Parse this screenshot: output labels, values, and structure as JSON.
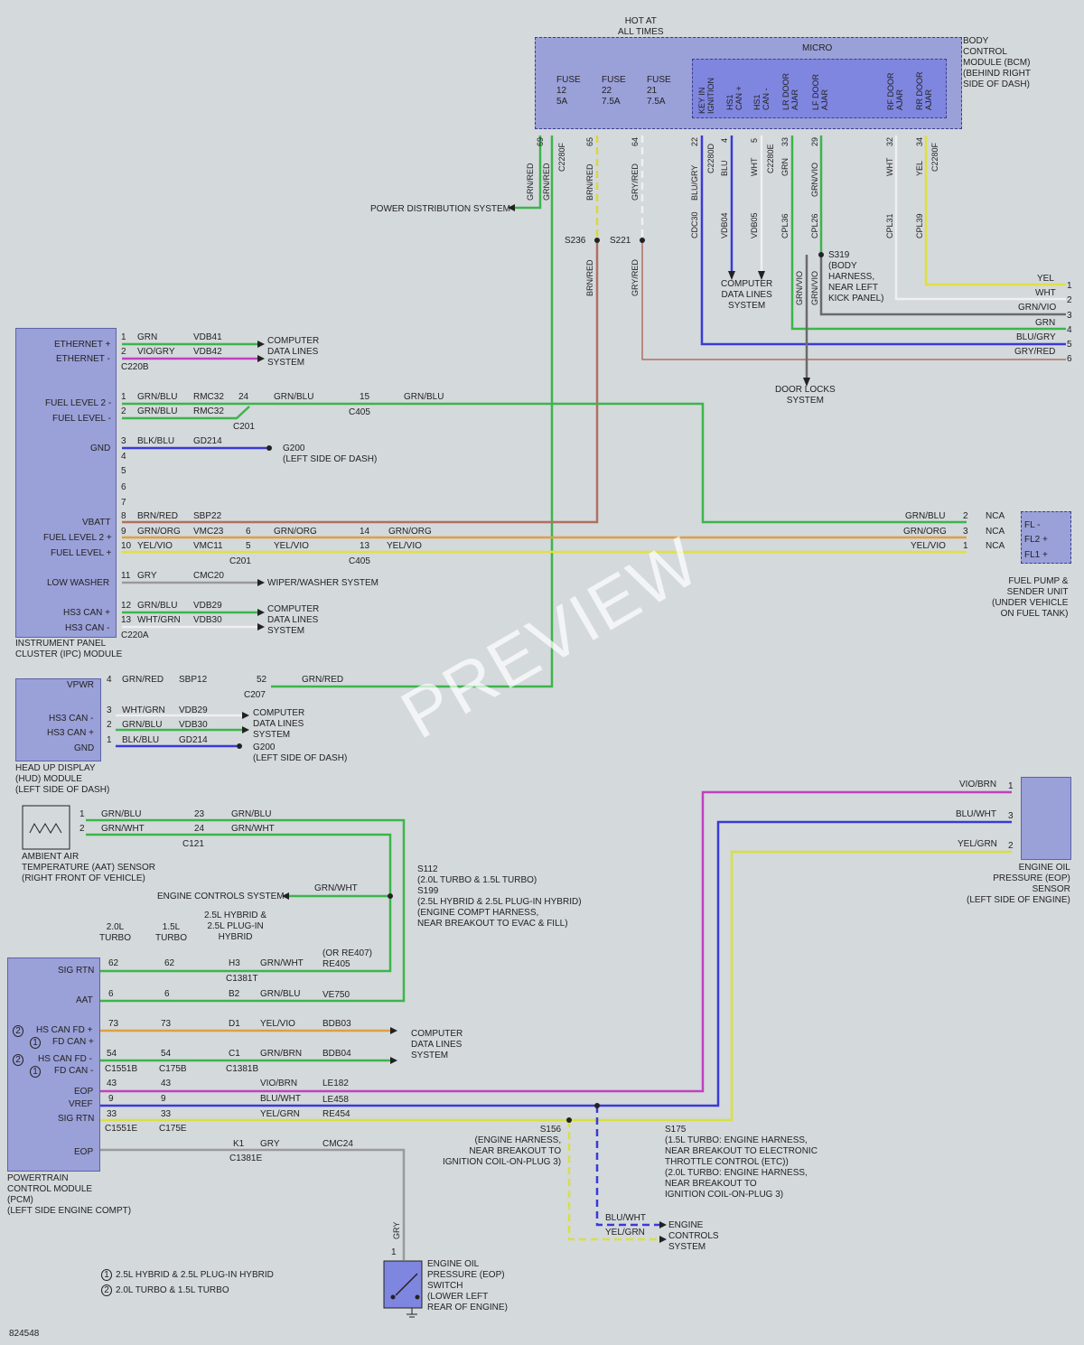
{
  "labels": {
    "hot": "HOT AT\nALL TIMES",
    "micro": "MICRO",
    "bcm": "BODY\nCONTROL\nMODULE (BCM)\n(BEHIND RIGHT\nSIDE OF DASH)",
    "fuse12": "FUSE\n12\n5A",
    "fuse22": "FUSE\n22\n7.5A",
    "fuse21": "FUSE\n21\n7.5A",
    "bcm_pins": [
      "KEY IN\nIGNITION",
      "HS1\nCAN +",
      "HS1\nCAN -",
      "LR DOOR\nAJAR",
      "LF DOOR\nAJAR",
      "RF DOOR\nAJAR",
      "RR DOOR\nAJAR"
    ],
    "bcm_wires": [
      "69",
      "C2280F",
      "65",
      "64",
      "22",
      "C2280D",
      "4",
      "5",
      "C2280E",
      "33",
      "29",
      "32",
      "34",
      "C2280F",
      "GRN/RED",
      "GRN/RED",
      "BRN/RED",
      "GRY/RED",
      "BLU/GRY",
      "BLU",
      "WHT",
      "GRN",
      "GRN/VIO",
      "WHT",
      "YEL",
      "CDC30",
      "VDB04",
      "VDB05",
      "CPL36",
      "CPL26",
      "CPL31",
      "CPL39"
    ],
    "power_dist": "POWER DISTRIBUTION SYSTEM",
    "s236": "S236",
    "s221": "S221",
    "brn_red": "BRN/RED",
    "gry_red": "GRY/RED",
    "computer_data_bcm": "COMPUTER\nDATA LINES\nSYSTEM",
    "s319": "S319\n(BODY\nHARNESS,\nNEAR LEFT\nKICK PANEL)",
    "grn_vio_a": "GRN/VIO",
    "grn_vio_b": "GRN/VIO",
    "door_locks": "DOOR LOCKS\nSYSTEM",
    "right_conn": [
      "YEL",
      "WHT",
      "GRN/VIO",
      "GRN",
      "BLU/GRY",
      "GRY/RED"
    ],
    "right_pins": [
      "1",
      "2",
      "3",
      "4",
      "5",
      "6"
    ],
    "ipc_pins": [
      "ETHERNET +",
      "ETHERNET -",
      "FUEL LEVEL 2 -",
      "FUEL LEVEL -",
      "GND",
      "VBATT",
      "FUEL LEVEL 2 +",
      "FUEL LEVEL +",
      "LOW WASHER",
      "HS3 CAN +",
      "HS3 CAN -"
    ],
    "ipc_name": "INSTRUMENT PANEL\nCLUSTER (IPC) MODULE",
    "ipc_rows": [
      {
        "pin": "1",
        "color": "GRN",
        "circ": "VDB41"
      },
      {
        "pin": "2",
        "color": "VIO/GRY",
        "circ": "VDB42"
      },
      {
        "pin": "1",
        "color": "GRN/BLU",
        "circ": "RMC32"
      },
      {
        "pin": "2",
        "color": "GRN/BLU",
        "circ": "RMC32"
      },
      {
        "pin": "3",
        "color": "BLK/BLU",
        "circ": "GD214"
      },
      {
        "pin": "8",
        "color": "BRN/RED",
        "circ": "SBP22"
      },
      {
        "pin": "9",
        "color": "GRN/ORG",
        "circ": "VMC23"
      },
      {
        "pin": "10",
        "color": "YEL/VIO",
        "circ": "VMC11"
      },
      {
        "pin": "11",
        "color": "GRY",
        "circ": "CMC20"
      },
      {
        "pin": "12",
        "color": "GRN/BLU",
        "circ": "VDB29"
      },
      {
        "pin": "13",
        "color": "WHT/GRN",
        "circ": "VDB30"
      }
    ],
    "ipc_unused_pins": [
      "4",
      "5",
      "6",
      "7"
    ],
    "c220b": "C220B",
    "c220a": "C220A",
    "computer_data_ipc1": "COMPUTER\nDATA LINES\nSYSTEM",
    "computer_data_ipc2": "COMPUTER\nDATA LINES\nSYSTEM",
    "c201_24": "24",
    "c201_label": "C201",
    "grn_blu_mid": "GRN/BLU",
    "c405_15": "15",
    "c405_label": "C405",
    "grn_blu_right": "GRN/BLU",
    "g200_ipc": "G200\n(LEFT SIDE OF DASH)",
    "c201_6": "6",
    "c201_5": "5",
    "grn_org_mid": "GRN/ORG",
    "yel_vio_mid": "YEL/VIO",
    "c405_14": "14",
    "c405_13": "13",
    "grn_org_right": "GRN/ORG",
    "yel_vio_right": "YEL/VIO",
    "c201_b": "C201",
    "c405_b": "C405",
    "wiper": "WIPER/WASHER SYSTEM",
    "fuel_pump_rows": [
      {
        "color": "GRN/BLU",
        "pin": "2",
        "nca": "NCA",
        "term": "FL -"
      },
      {
        "color": "GRN/ORG",
        "pin": "3",
        "nca": "NCA",
        "term": "FL2 +"
      },
      {
        "color": "YEL/VIO",
        "pin": "1",
        "nca": "NCA",
        "term": "FL1 +"
      }
    ],
    "fuel_pump_name": "FUEL PUMP &\nSENDER UNIT\n(UNDER VEHICLE\nON FUEL TANK)",
    "hud_pins": [
      "VPWR",
      "HS3 CAN -",
      "HS3 CAN +",
      "GND"
    ],
    "hud_name": "HEAD UP DISPLAY\n(HUD) MODULE\n(LEFT SIDE OF DASH)",
    "hud_rows": [
      {
        "pin": "4",
        "color": "GRN/RED",
        "circ": "SBP12"
      },
      {
        "pin": "3",
        "color": "WHT/GRN",
        "circ": "VDB29"
      },
      {
        "pin": "2",
        "color": "GRN/BLU",
        "circ": "VDB30"
      },
      {
        "pin": "1",
        "color": "BLK/BLU",
        "circ": "GD214"
      }
    ],
    "c207_52": "52",
    "c207_label": "C207",
    "grn_red_hud": "GRN/RED",
    "computer_data_hud": "COMPUTER\nDATA LINES\nSYSTEM",
    "g200_hud": "G200\n(LEFT SIDE OF DASH)",
    "aat_rows": [
      {
        "pin": "1",
        "color": "GRN/BLU",
        "c": "23",
        "color2": "GRN/BLU"
      },
      {
        "pin": "2",
        "color": "GRN/WHT",
        "c": "24",
        "color2": "GRN/WHT"
      }
    ],
    "c121": "C121",
    "aat_name": "AMBIENT AIR\nTEMPERATURE (AAT) SENSOR\n(RIGHT FRONT OF VEHICLE)",
    "s112": "S112\n(2.0L TURBO & 1.5L TURBO)\nS199\n(2.5L HYBRID & 2.5L PLUG-IN HYBRID)\n(ENGINE COMPT HARNESS,\nNEAR BREAKOUT TO EVAC & FILL)",
    "engine_controls_1": "ENGINE CONTROLS SYSTEM",
    "grn_wht_ec": "GRN/WHT",
    "eop_sensor_rows": [
      {
        "color": "VIO/BRN",
        "pin": "1"
      },
      {
        "color": "BLU/WHT",
        "pin": "3"
      },
      {
        "color": "YEL/GRN",
        "pin": "2"
      }
    ],
    "eop_sensor_name": "ENGINE OIL\nPRESSURE (EOP)\nSENSOR\n(LEFT SIDE OF ENGINE)",
    "col_20": "2.0L\nTURBO",
    "col_15": "1.5L\nTURBO",
    "col_25": "2.5L HYBRID &\n2.5L PLUG-IN\nHYBRID",
    "pcm_pins": [
      "SIG RTN",
      "AAT",
      "HS CAN FD +",
      "FD CAN +",
      "HS CAN FD -",
      "FD CAN -",
      "EOP",
      "VREF",
      "SIG RTN",
      "EOP"
    ],
    "pcm_name": "POWERTRAIN\nCONTROL MODULE\n(PCM)\n(LEFT SIDE ENGINE COMPT)",
    "pcm_rows": [
      {
        "a": "62",
        "b": "62",
        "c": "H3",
        "color": "GRN/WHT",
        "circ": "RE405",
        "alt": "(OR RE407)"
      },
      {
        "a": "6",
        "b": "6",
        "c": "B2",
        "color": "GRN/BLU",
        "circ": "VE750",
        "alt": ""
      },
      {
        "a": "73",
        "b": "73",
        "c": "D1",
        "color": "YEL/VIO",
        "circ": "BDB03",
        "alt": ""
      },
      {
        "a": "54",
        "b": "54",
        "c": "C1",
        "color": "GRN/BRN",
        "circ": "BDB04",
        "alt": ""
      },
      {
        "a": "43",
        "b": "43",
        "c": "",
        "color": "VIO/BRN",
        "circ": "LE182",
        "alt": ""
      },
      {
        "a": "9",
        "b": "9",
        "c": "",
        "color": "BLU/WHT",
        "circ": "LE458",
        "alt": ""
      },
      {
        "a": "33",
        "b": "33",
        "c": "",
        "color": "YEL/GRN",
        "circ": "RE454",
        "alt": ""
      },
      {
        "a": "",
        "b": "",
        "c": "K1",
        "color": "GRY",
        "circ": "CMC24",
        "alt": ""
      }
    ],
    "c1381t": "C1381T",
    "c1551b": "C1551B",
    "c175b": "C175B",
    "c1381b": "C1381B",
    "c1551e": "C1551E",
    "c175e": "C175E",
    "c1381e": "C1381E",
    "computer_data_pcm": "COMPUTER\nDATA LINES\nSYSTEM",
    "s156": "S156\n(ENGINE HARNESS,\nNEAR BREAKOUT TO\nIGNITION COIL-ON-PLUG 3)",
    "s175": "S175\n(1.5L TURBO: ENGINE HARNESS,\nNEAR BREAKOUT TO ELECTRONIC\nTHROTTLE CONTROL (ETC))\n(2.0L TURBO: ENGINE HARNESS,\nNEAR BREAKOUT TO\nIGNITION COIL-ON-PLUG 3)",
    "blu_wht_ec": "BLU/WHT",
    "yel_grn_ec": "YEL/GRN",
    "engine_controls_2": "ENGINE\nCONTROLS\nSYSTEM",
    "gry_eop": "GRY",
    "eop_switch_pin": "1",
    "eop_switch_name": "ENGINE OIL\nPRESSURE (EOP)\nSWITCH\n(LOWER LEFT\nREAR OF ENGINE)",
    "footnote1": "2.5L HYBRID & 2.5L PLUG-IN HYBRID",
    "footnote2": "2.0L TURBO & 1.5L TURBO",
    "fn1_num": "1",
    "fn2_num": "2",
    "pcm_fn": [
      "2",
      "1",
      "2",
      "1"
    ],
    "doc_id": "824548",
    "watermark": "PREVIEW"
  },
  "colors": {
    "module": "#9aa0d8",
    "green": "#3cb54a",
    "violet": "#c040c0",
    "blue": "#3a3ad8",
    "yellow": "#e0e040",
    "brown": "#b07060",
    "gray": "#9a9a9a",
    "orange": "#e0a040",
    "dark": "#444444",
    "white": "#f0f0f0"
  }
}
